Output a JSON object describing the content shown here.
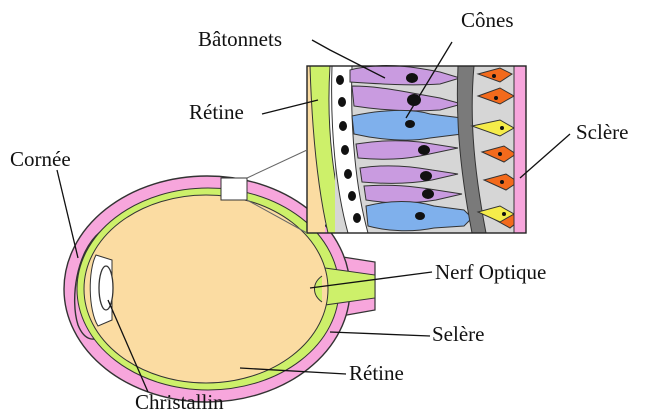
{
  "labels": {
    "batonnets": "Bâtonnets",
    "cones": "Cônes",
    "retine_top": "Rétine",
    "sclere_top": "Sclère",
    "cornee": "Cornée",
    "nerf_optique": "Nerf Optique",
    "sclere_bottom": "Selère",
    "retine_bottom": "Rétine",
    "christallin": "Christallin"
  },
  "colors": {
    "sclera_pink": "#f7a6dc",
    "retina_green": "#cdf06a",
    "vitreous_peach": "#fbdca2",
    "rod_purple": "#c99be0",
    "cone_blue": "#7fb0ec",
    "cone_orange": "#f36a1c",
    "cone_yellow": "#f5ec4a",
    "pigment_grey": "#d3d3d3",
    "dark_band": "#7a7a7a",
    "nucleus_black": "#111111"
  }
}
